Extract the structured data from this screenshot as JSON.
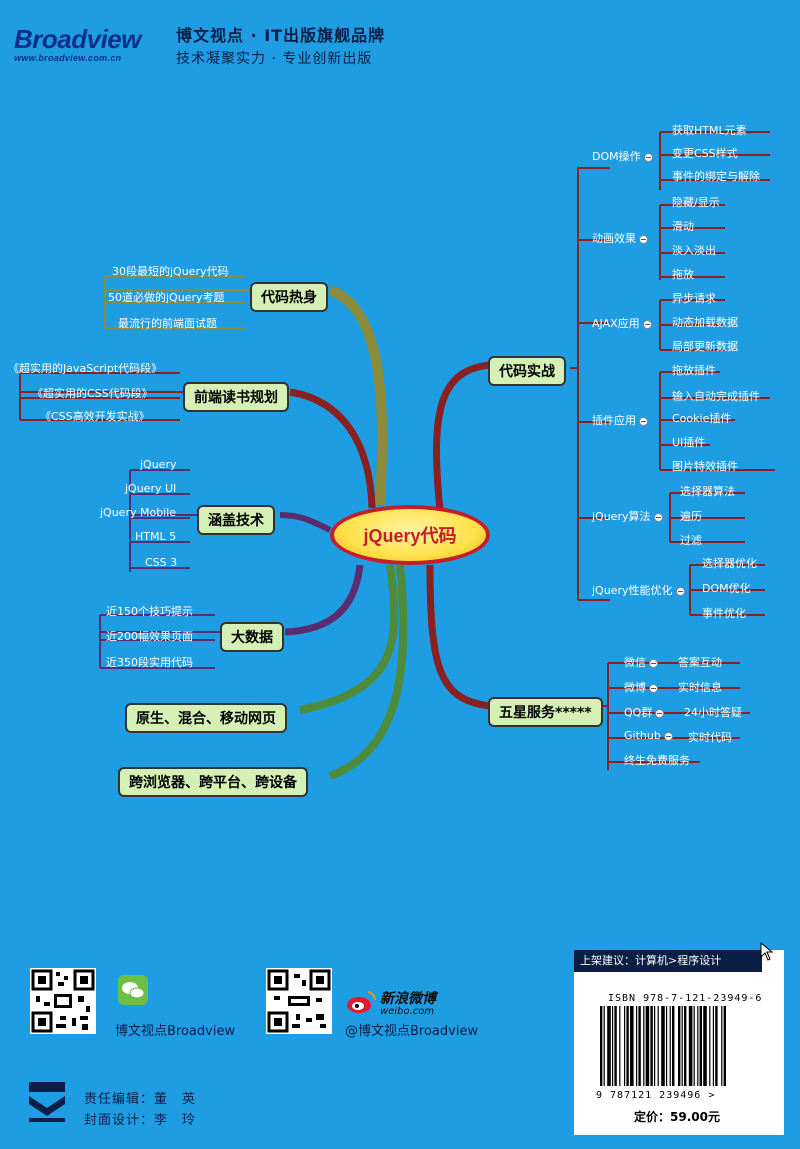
{
  "header": {
    "logo": "Broadview",
    "logo_url": "www.broadview.com.cn",
    "tagline": "博文视点 · IT出版旗舰品牌",
    "tagline2": "技术凝聚实力 · 专业创新出版"
  },
  "mindmap": {
    "center": "jQuery代码",
    "left_nodes": [
      {
        "label": "代码热身",
        "leaves": [
          "30段最短的jQuery代码",
          "50道必做的jQuery考题",
          "最流行的前端面试题"
        ]
      },
      {
        "label": "前端读书规划",
        "leaves": [
          "《超实用的JavaScript代码段》",
          "《超实用的CSS代码段》",
          "《CSS高效开发实战》"
        ]
      },
      {
        "label": "涵盖技术",
        "leaves": [
          "jQuery",
          "jQuery UI",
          "jQuery Mobile",
          "HTML 5",
          "CSS 3"
        ]
      },
      {
        "label": "大数据",
        "leaves": [
          "近150个技巧提示",
          "近200幅效果页面",
          "近350段实用代码"
        ]
      },
      {
        "label": "原生、混合、移动网页",
        "leaves": []
      },
      {
        "label": "跨浏览器、跨平台、跨设备",
        "leaves": []
      }
    ],
    "right_nodes": [
      {
        "label": "代码实战",
        "groups": [
          {
            "label": "DOM操作",
            "leaves": [
              "获取HTML元素",
              "变更CSS样式",
              "事件的绑定与解除"
            ]
          },
          {
            "label": "动画效果",
            "leaves": [
              "隐藏/显示",
              "滑动",
              "淡入淡出",
              "拖放"
            ]
          },
          {
            "label": "AJAX应用",
            "leaves": [
              "异步请求",
              "动态加载数据",
              "局部更新数据"
            ]
          },
          {
            "label": "插件应用",
            "leaves": [
              "拖放插件",
              "输入自动完成插件",
              "Cookie插件",
              "UI插件",
              "图片特效插件"
            ]
          },
          {
            "label": "jQuery算法",
            "leaves": [
              "选择器算法",
              "遍历",
              "过滤"
            ]
          },
          {
            "label": "jQuery性能优化",
            "leaves": [
              "选择器优化",
              "DOM优化",
              "事件优化"
            ]
          }
        ]
      },
      {
        "label": "五星服务*****",
        "groups": [
          {
            "label": "微信",
            "leaves": [
              "答案互动"
            ]
          },
          {
            "label": "微博",
            "leaves": [
              "实时信息"
            ]
          },
          {
            "label": "QQ群",
            "leaves": [
              "24小时答疑"
            ]
          },
          {
            "label": "Github",
            "leaves": [
              "实时代码"
            ]
          },
          {
            "label": "终生免费服务",
            "leaves": []
          }
        ]
      }
    ]
  },
  "footer": {
    "wechat_label": "博文视点Broadview",
    "weibo_brand": "新浪微博",
    "weibo_url": "weibo.com",
    "weibo_label": "@博文视点Broadview",
    "editor": "责任编辑：董　英",
    "designer": "封面设计：李　玲",
    "shelf": "上架建议：计算机>程序设计",
    "isbn": "ISBN 978-7-121-23949-6",
    "barcode_number": "9 787121 239496 >",
    "price": "定价：59.00元"
  },
  "colors": {
    "background": "#1e9de3",
    "node_fill": "#d4f0b5",
    "center_border": "#c41e2a",
    "branch_red": "#8b2020",
    "branch_olive": "#8b8b3a",
    "branch_purple": "#5b2d6e",
    "branch_green": "#4e8b3a"
  }
}
